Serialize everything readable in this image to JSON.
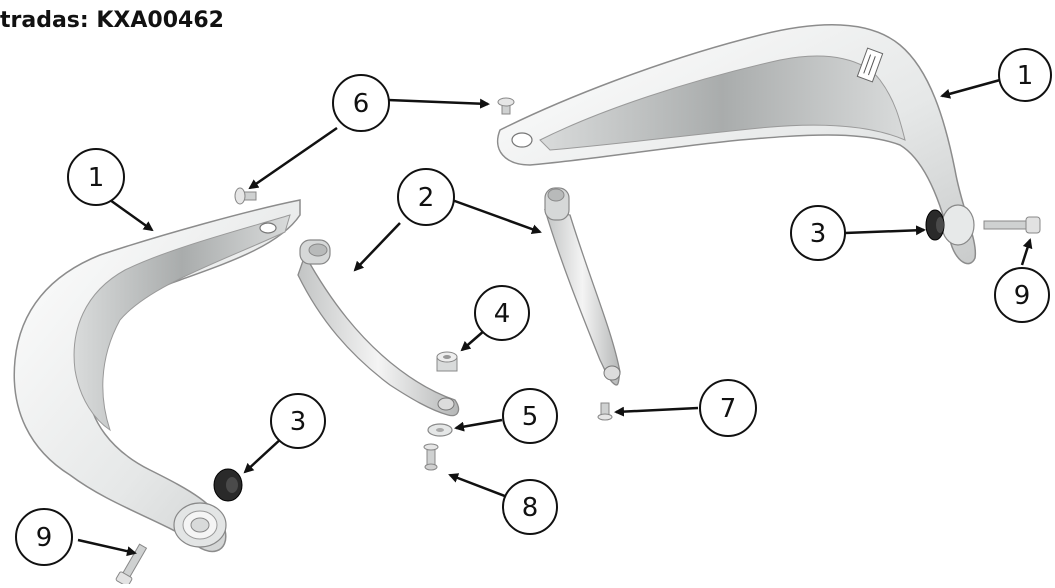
{
  "title": "tradas: KXA00462",
  "colors": {
    "part_fill": "#eceeee",
    "part_stroke": "#8c8c8c",
    "dark_part": "#2a2a2a",
    "callout_stroke": "#111111",
    "arrow": "#111111"
  },
  "callouts": [
    {
      "id": "callout-1-left",
      "label": "1"
    },
    {
      "id": "callout-1-right",
      "label": "1"
    },
    {
      "id": "callout-2",
      "label": "2"
    },
    {
      "id": "callout-3-left",
      "label": "3"
    },
    {
      "id": "callout-3-right",
      "label": "3"
    },
    {
      "id": "callout-4",
      "label": "4"
    },
    {
      "id": "callout-5",
      "label": "5"
    },
    {
      "id": "callout-6",
      "label": "6"
    },
    {
      "id": "callout-7",
      "label": "7"
    },
    {
      "id": "callout-8",
      "label": "8"
    },
    {
      "id": "callout-9-left",
      "label": "9"
    },
    {
      "id": "callout-9-right",
      "label": "9"
    }
  ],
  "parts": [
    {
      "id": "handguard-left",
      "icon": "handguard-shape"
    },
    {
      "id": "handguard-right",
      "icon": "handguard-shape"
    },
    {
      "id": "bracket-left",
      "icon": "bracket-shape"
    },
    {
      "id": "bracket-right",
      "icon": "bracket-shape"
    },
    {
      "id": "spacer-left",
      "icon": "rubber-spacer"
    },
    {
      "id": "spacer-right",
      "icon": "rubber-spacer"
    },
    {
      "id": "bushing",
      "icon": "bushing"
    },
    {
      "id": "washer",
      "icon": "washer"
    },
    {
      "id": "bolt-6a",
      "icon": "bolt"
    },
    {
      "id": "bolt-6b",
      "icon": "bolt"
    },
    {
      "id": "bolt-7",
      "icon": "bolt"
    },
    {
      "id": "bolt-8",
      "icon": "bolt"
    },
    {
      "id": "bolt-9-left",
      "icon": "bolt"
    },
    {
      "id": "bolt-9-right",
      "icon": "bolt"
    }
  ]
}
